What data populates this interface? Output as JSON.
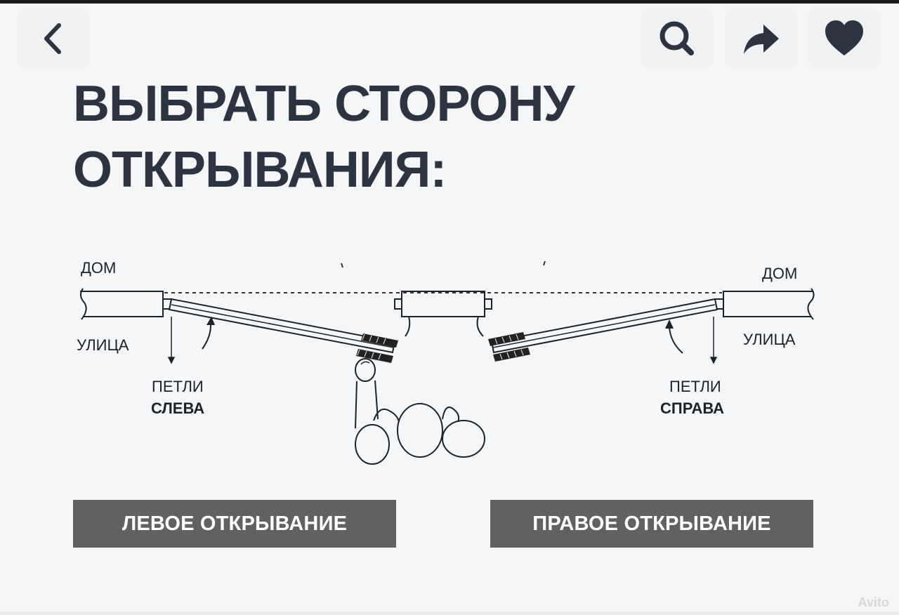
{
  "title": "ВЫБРАТЬ СТОРОНУ\nОТКРЫВАНИЯ:",
  "diagram": {
    "left": {
      "house": "ДОМ",
      "street": "УЛИЦА",
      "hinges": "ПЕТЛИ",
      "side": "СЛЕВА"
    },
    "right": {
      "house": "ДОМ",
      "street": "УЛИЦА",
      "hinges": "ПЕТЛИ",
      "side": "СПРАВА"
    }
  },
  "buttons": {
    "left": "ЛЕВОЕ ОТКРЫВАНИЕ",
    "right": "ПРАВОЕ ОТКРЫВАНИЕ"
  },
  "toolbar": {
    "back": "back-icon",
    "search": "search-icon",
    "share": "share-icon",
    "favorite": "heart-icon"
  },
  "watermark": "Avito",
  "colors": {
    "title": "#2b3440",
    "button_bg": "#5f6163",
    "background": "#f5f6f8",
    "icons": "#2b3440"
  }
}
